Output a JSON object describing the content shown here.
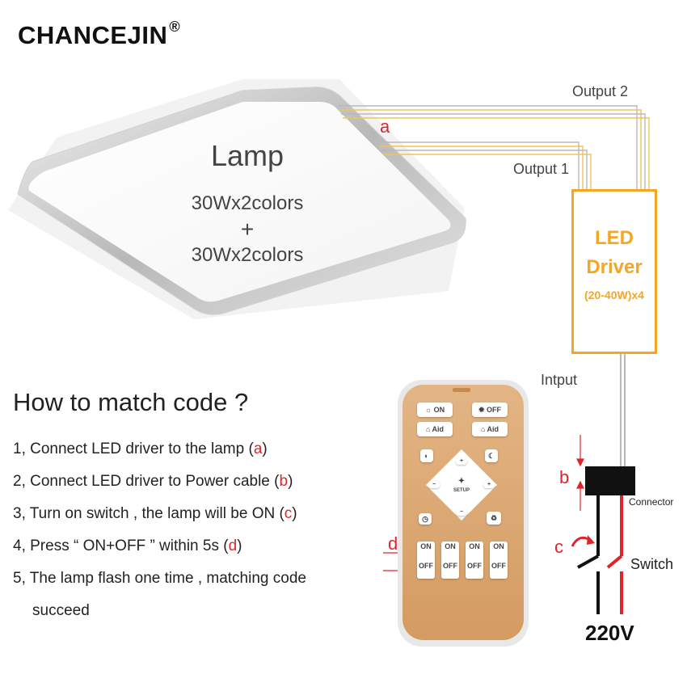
{
  "brand": {
    "name": "CHANCEJIN",
    "registered": "®"
  },
  "lamp": {
    "title": "Lamp",
    "spec1": "30Wx2colors",
    "plus": "+",
    "spec2": "30Wx2colors"
  },
  "wires": {
    "output2": "Output 2",
    "output1": "Output 1",
    "input": "Intput"
  },
  "markers": {
    "a": "a",
    "b": "b",
    "c": "c",
    "d": "d"
  },
  "driver": {
    "title_line1": "LED",
    "title_line2": "Driver",
    "spec": "(20-40W)x4"
  },
  "connector": {
    "label": "Connector"
  },
  "switch": {
    "label": "Switch"
  },
  "power": {
    "voltage": "220V"
  },
  "instructions": {
    "title": "How to match code ?",
    "steps": [
      {
        "prefix": "1, Connect LED driver to the lamp (",
        "mark": "a",
        "suffix": ")"
      },
      {
        "prefix": "2, Connect LED driver to Power cable (",
        "mark": "b",
        "suffix": ")"
      },
      {
        "prefix": "3, Turn on switch , the lamp will be ON (",
        "mark": "c",
        "suffix": ")"
      },
      {
        "prefix": "4, Press “ ON+OFF ” within 5s (",
        "mark": "d",
        "suffix": ")"
      },
      {
        "prefix": "5, The lamp flash one time , matching code",
        "mark": "",
        "suffix": ""
      }
    ],
    "step5_cont": "succeed"
  },
  "remote": {
    "on": "ON",
    "off": "OFF",
    "aid": "Aid",
    "setup": "SETUP",
    "group_on": [
      "ON",
      "ON",
      "ON",
      "ON"
    ],
    "group_off": [
      "OFF",
      "OFF",
      "OFF",
      "OFF"
    ]
  },
  "colors": {
    "accent_red": "#e0242a",
    "driver_orange": "#f5a623",
    "remote_gold": "#d9a46c"
  }
}
